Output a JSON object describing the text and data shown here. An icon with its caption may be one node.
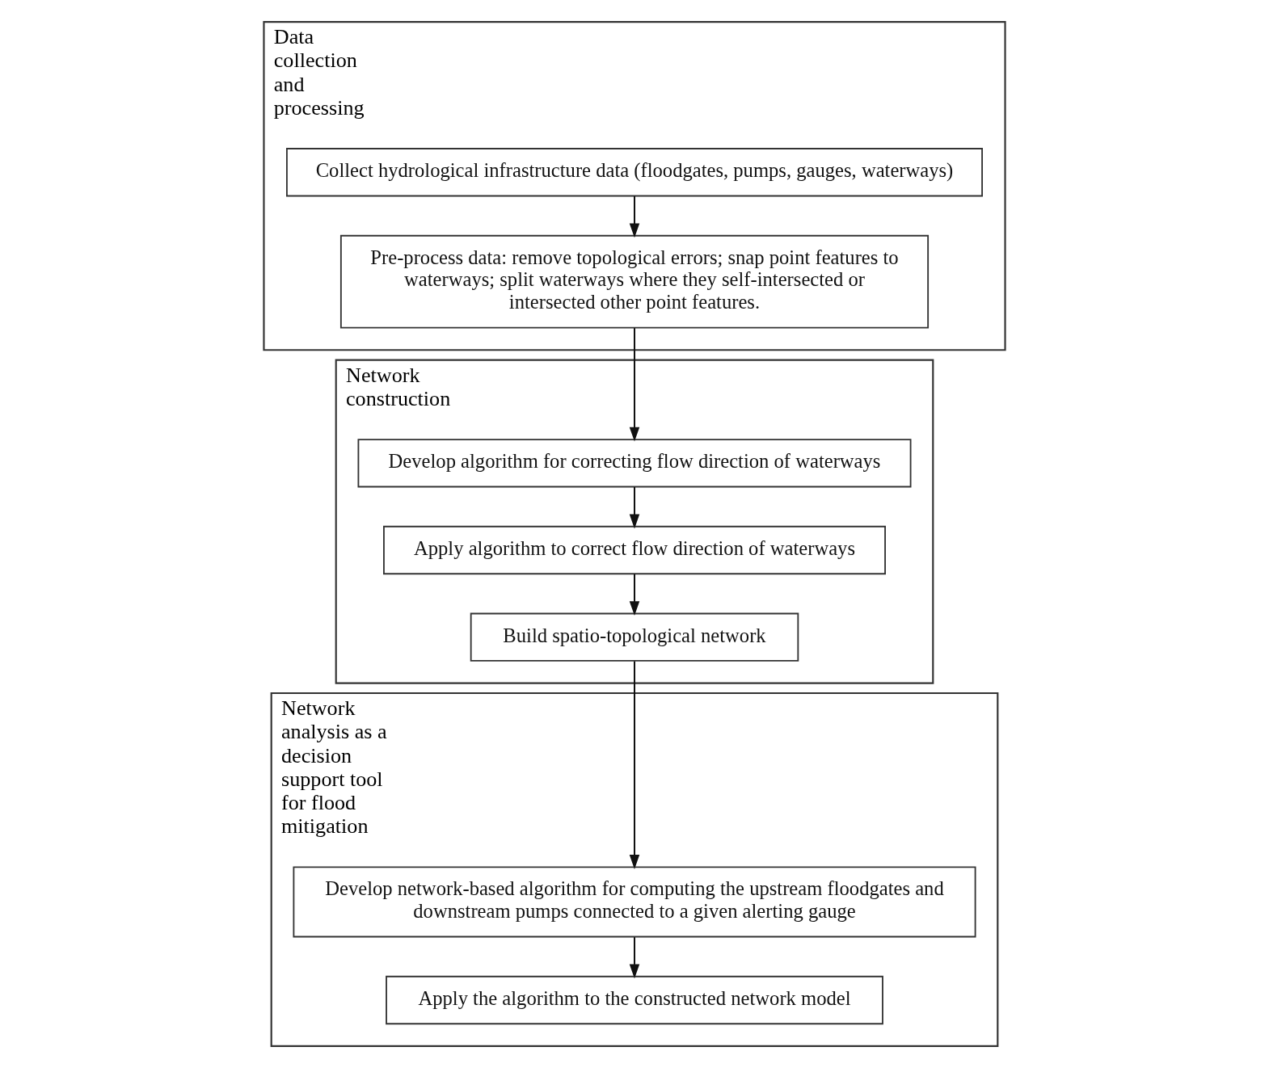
{
  "diagram": {
    "nodes": [
      {
        "text": [
          "Data collection and processing"
        ]
      },
      {
        "text": [
          "Collect hydrological infrastructure data (floodgates, pumps, gauges, waterways)"
        ],
        "in": 0
      },
      {
        "text": [
          "Pre-process data: remove topological errors; snap point features to waterways; split waterways where they self-intersected or intersected other point features."
        ],
        "in": 0
      },
      {
        "text": [
          "Network construction"
        ]
      },
      {
        "text": [
          "Develop algorithm for correcting flow direction of waterways"
        ],
        "in": 3
      },
      {
        "text": [
          "Apply algorithm to correct flow direction of waterways"
        ],
        "in": 3
      },
      {
        "text": [
          "Build spatio-topological network"
        ],
        "in": 3
      },
      {
        "text": [
          "Network analysis as a decision support tool for flood mitigation"
        ]
      },
      {
        "text": [
          "Develop network-based algorithm for computing the upstream floodgates and downstream pumps connected to a given alerting gauge"
        ],
        "in": 7
      },
      {
        "text": [
          "Apply the algorithm to the constructed network model"
        ],
        "in": 7
      }
    ],
    "edges": [
      {
        "from": 1,
        "to": 2,
        "arrow": "to"
      },
      {
        "from": 2,
        "to": 4,
        "arrow": "to"
      },
      {
        "from": 4,
        "to": 5,
        "arrow": "to"
      },
      {
        "from": 5,
        "to": 6,
        "arrow": "to"
      },
      {
        "from": 6,
        "to": 8,
        "arrow": "to"
      },
      {
        "from": 8,
        "to": 9,
        "arrow": "to"
      }
    ]
  }
}
